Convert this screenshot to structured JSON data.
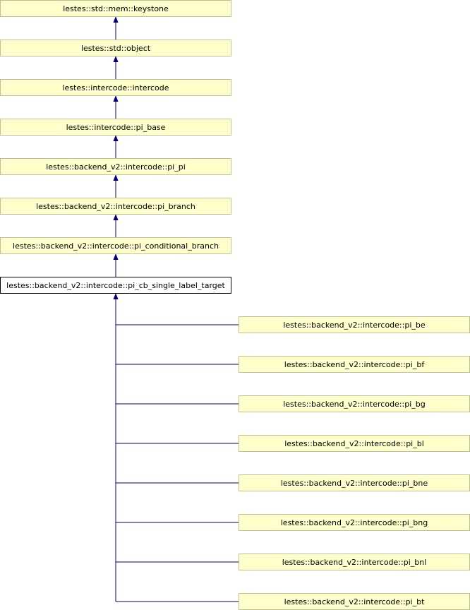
{
  "colors": {
    "node_fill": "#ffffcc",
    "node_border": "#bfbf99",
    "current_fill": "#ffffff",
    "current_border": "#000000",
    "edge": "#000080"
  },
  "nodes": {
    "keystone": "lestes::std::mem::keystone",
    "object": "lestes::std::object",
    "intercode": "lestes::intercode::intercode",
    "pi_base": "lestes::intercode::pi_base",
    "pi_pi": "lestes::backend_v2::intercode::pi_pi",
    "pi_branch": "lestes::backend_v2::intercode::pi_branch",
    "pi_conditional_branch": "lestes::backend_v2::intercode::pi_conditional_branch",
    "pi_cb_single_label_target": "lestes::backend_v2::intercode::pi_cb_single_label_target",
    "pi_be": "lestes::backend_v2::intercode::pi_be",
    "pi_bf": "lestes::backend_v2::intercode::pi_bf",
    "pi_bg": "lestes::backend_v2::intercode::pi_bg",
    "pi_bl": "lestes::backend_v2::intercode::pi_bl",
    "pi_bne": "lestes::backend_v2::intercode::pi_bne",
    "pi_bng": "lestes::backend_v2::intercode::pi_bng",
    "pi_bnl": "lestes::backend_v2::intercode::pi_bnl",
    "pi_bt": "lestes::backend_v2::intercode::pi_bt"
  }
}
